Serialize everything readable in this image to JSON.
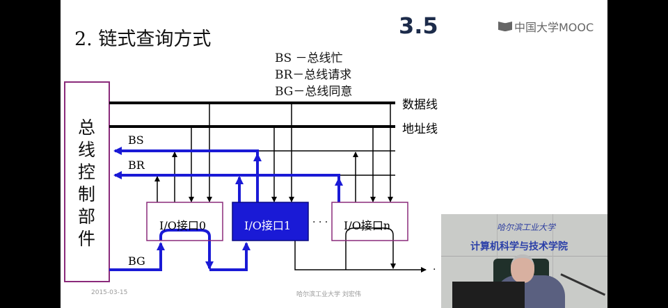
{
  "slide": {
    "title": "2. 链式查询方式",
    "section_number": "3.5",
    "logo_text": "中国大学MOOC",
    "legend": [
      "BS －总线忙",
      "BR－总线请求",
      "BG－总线同意"
    ],
    "footer_date": "2015-03-15",
    "footer_author": "哈尔滨工业大学   刘宏伟"
  },
  "diagram": {
    "controller_label": "总线控制部件",
    "controller_chars": [
      "总",
      "线",
      "控",
      "制",
      "部",
      "件"
    ],
    "data_bus_label": "数据线",
    "address_bus_label": "地址线",
    "bs_label": "BS",
    "br_label": "BR",
    "bg_label": "BG",
    "interfaces": [
      "I/O接口0",
      "I/O接口1",
      "I/O接口n"
    ],
    "ellipsis": "· · ·",
    "highlight_color": "#1a1ad6",
    "border_color": "#8a2a7a"
  },
  "video_inset": {
    "banner_top": "哈尔滨工业大学",
    "banner_main": "计算机科学与技术学院"
  }
}
